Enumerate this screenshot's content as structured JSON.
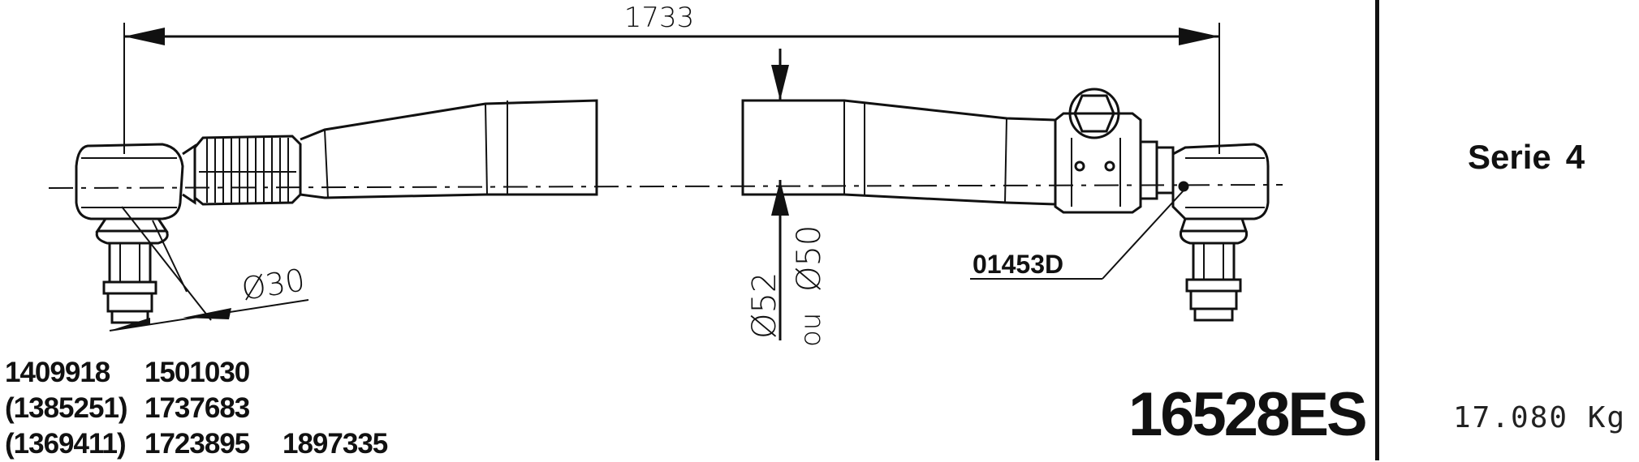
{
  "drawing": {
    "overall_length": "1733",
    "diameter_small": "Ø30",
    "diameter_tube": "Ø52",
    "diameter_or": "ou",
    "diameter_tube_alt": "Ø50",
    "clamp_part": "01453D"
  },
  "references": {
    "rows": [
      [
        "1409918",
        "1501030",
        ""
      ],
      [
        "(1385251)",
        "1737683",
        ""
      ],
      [
        "(1369411)",
        "1723895",
        "1897335"
      ]
    ]
  },
  "part_number": "16528ES",
  "series": {
    "label": "Serie",
    "number": "4"
  },
  "weight": "17.080 Kg"
}
